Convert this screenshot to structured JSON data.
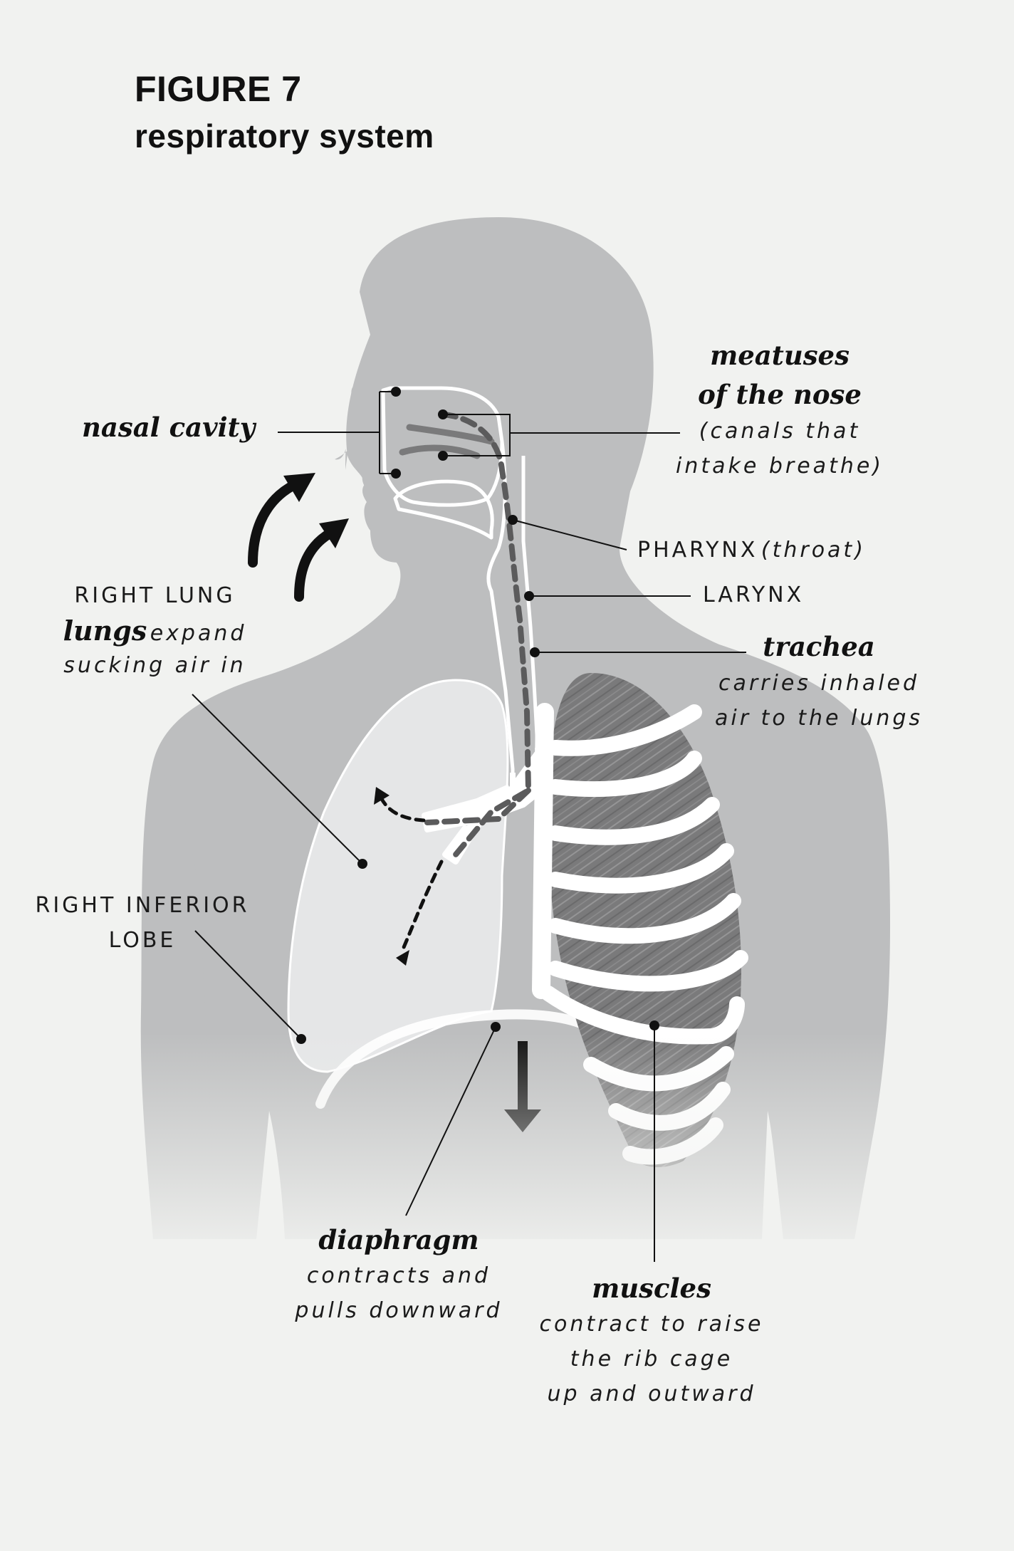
{
  "figure": {
    "number": "FIGURE 7",
    "title": "respiratory system"
  },
  "labels": {
    "nasal_cavity": "nasal cavity",
    "meatuses_title_1": "meatuses",
    "meatuses_title_2": "of the nose",
    "meatuses_desc_1": "(canals that",
    "meatuses_desc_2": "intake breathe)",
    "pharynx": "PHARYNX",
    "pharynx_note": "(throat)",
    "larynx": "LARYNX",
    "trachea_title": "trachea",
    "trachea_desc_1": "carries inhaled",
    "trachea_desc_2": "air to the lungs",
    "right_lung": "RIGHT LUNG",
    "lungs_bold": "lungs",
    "lungs_desc_1": "expand",
    "lungs_desc_2": "sucking air in",
    "right_inferior_1": "RIGHT INFERIOR",
    "right_inferior_2": "LOBE",
    "diaphragm_title": "diaphragm",
    "diaphragm_desc_1": "contracts and",
    "diaphragm_desc_2": "pulls downward",
    "muscles_title": "muscles",
    "muscles_desc_1": "contract to raise",
    "muscles_desc_2": "the rib cage",
    "muscles_desc_3": "up and outward"
  },
  "colors": {
    "background": "#f1f2f0",
    "body": "#bdbebf",
    "lung_light": "#e5e6e7",
    "lung_dark": "#7a7a7b",
    "ribs": "#ffffff",
    "airway": "#5b5b5c",
    "ink": "#111111"
  }
}
